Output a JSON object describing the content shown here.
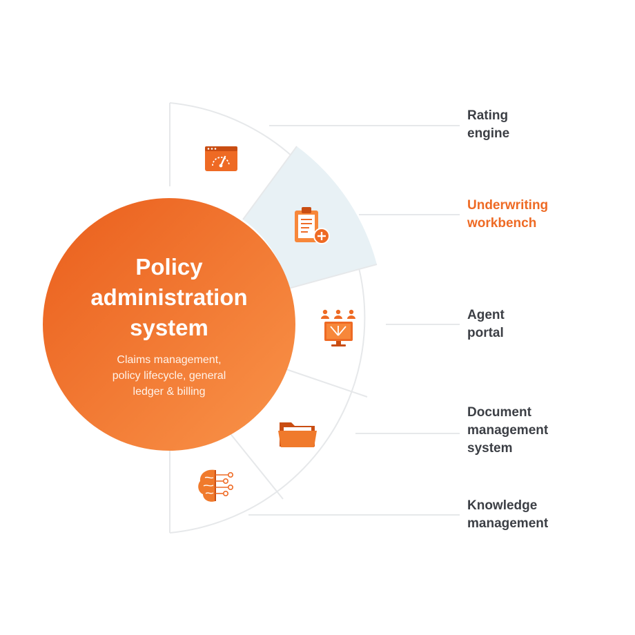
{
  "center": {
    "title": "Policy\nadministration\nsystem",
    "subtitle": "Claims management,\npolicy lifecycle, general\nledger & billing"
  },
  "segments": [
    {
      "label": "Rating\nengine",
      "icon": "speedometer-browser-icon",
      "active": false
    },
    {
      "label": "Underwriting\nworkbench",
      "icon": "clipboard-add-icon",
      "active": true
    },
    {
      "label": "Agent\nportal",
      "icon": "agents-monitor-icon",
      "active": false
    },
    {
      "label": "Document\nmanagement\nsystem",
      "icon": "folder-icon",
      "active": false
    },
    {
      "label": "Knowledge\nmanagement",
      "icon": "brain-circuit-icon",
      "active": false
    }
  ],
  "colors": {
    "accent": "#ee6a24",
    "accent_light": "#f8903e",
    "highlight_fill": "#e8f1f5",
    "ring_line": "#e6e8ea",
    "text_dark": "#3c3f45"
  }
}
